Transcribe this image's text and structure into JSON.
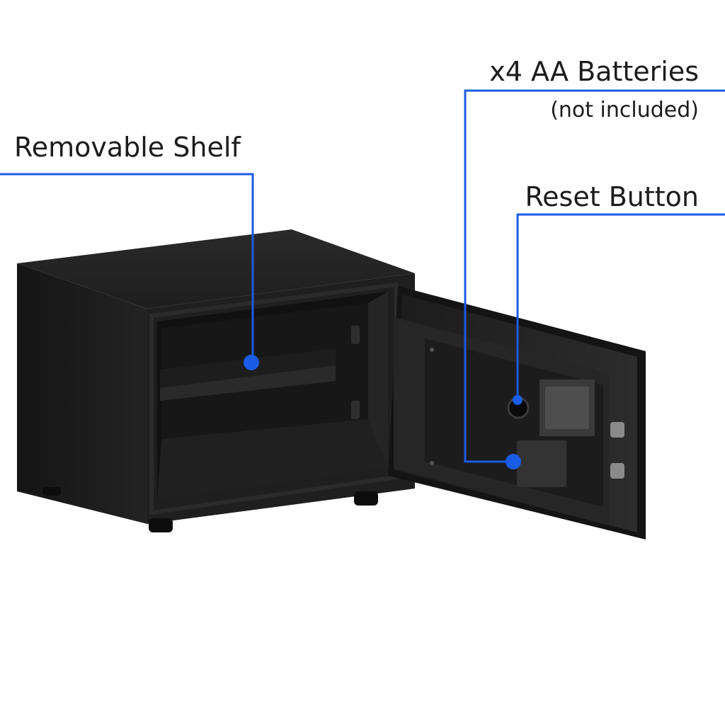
{
  "callouts": {
    "shelf": {
      "label": "Removable Shelf"
    },
    "batteries": {
      "label": "x4 AA Batteries",
      "note": "(not included)"
    },
    "reset": {
      "label": "Reset Button"
    }
  },
  "colors": {
    "callout_line": "#1a5ce6",
    "safe_body": "#1b1b1b",
    "background": "#ffffff"
  }
}
